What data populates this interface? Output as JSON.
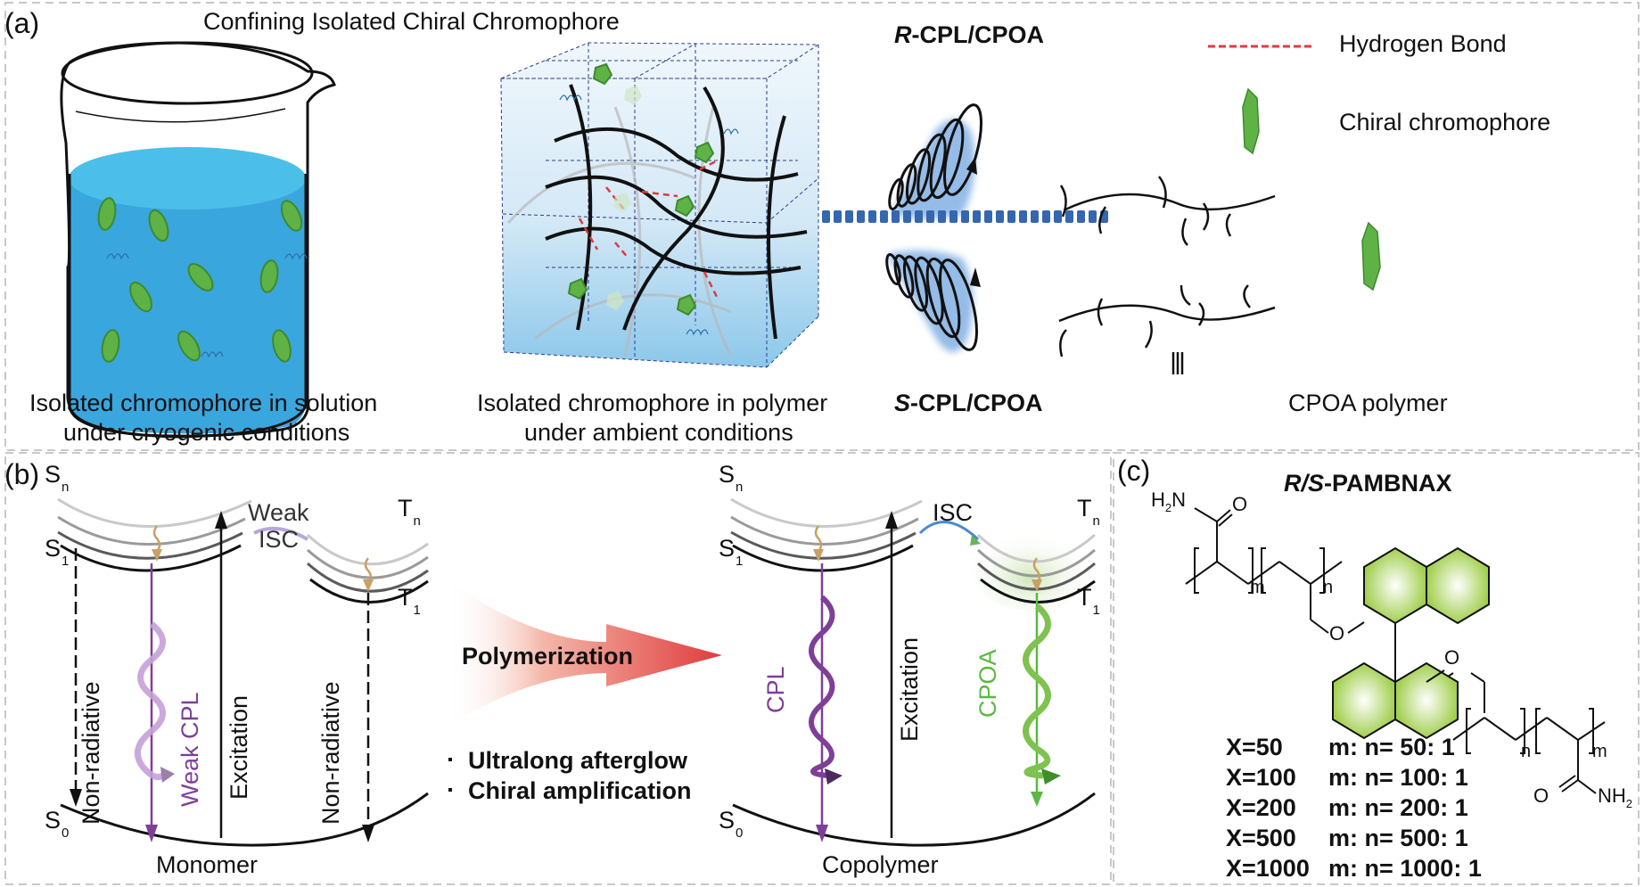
{
  "panel_a": {
    "tag": "(a)",
    "title": "Confining Isolated Chiral Chromophore",
    "beaker_caption": [
      "Isolated chromophore in solution",
      "under cryogenic conditions"
    ],
    "polymer_caption": [
      "Isolated chromophore in polymer",
      "under ambient conditions"
    ],
    "r_label_prefix": "R",
    "r_label_suffix": "-CPL/CPOA",
    "s_label_prefix": "S",
    "s_label_suffix": "-CPL/CPOA",
    "legend": [
      {
        "label": "Hydrogen Bond",
        "icon": "red-dashed-line-icon",
        "color": "#e03a3e"
      },
      {
        "label": "Chiral chromophore",
        "icon": "green-chromophore-icon",
        "color": "#5fb246"
      }
    ],
    "equivalence_symbol": "|||",
    "cpoa_polymer_caption": "CPOA polymer",
    "colors": {
      "water_top": "#4bbfe9",
      "water_body": "#3aa6de",
      "chromophore": "#5fb246",
      "helix_glow": "#4f8fd8",
      "divider_dots": "#3566b0"
    }
  },
  "panel_b": {
    "tag": "(b)",
    "monomer": {
      "sn": "S",
      "sn_sub": "n",
      "s1": "S",
      "s1_sub": "1",
      "s0": "S",
      "s0_sub": "0",
      "tn": "T",
      "tn_sub": "n",
      "t1": "T",
      "t1_sub": "1",
      "isc_top": "Weak",
      "isc_bottom": "ISC",
      "nonrad_left": "Non-radiative",
      "weak_cpl": "Weak CPL",
      "excitation": "Excitation",
      "nonrad_right": "Non-radiative",
      "caption": "Monomer"
    },
    "arrow_label": "Polymerization",
    "bullets": [
      "Ultralong afterglow",
      "Chiral amplification"
    ],
    "copolymer": {
      "sn": "S",
      "sn_sub": "n",
      "s1": "S",
      "s1_sub": "1",
      "s0": "S",
      "s0_sub": "0",
      "tn": "T",
      "tn_sub": "n",
      "t1": "T",
      "t1_sub": "1",
      "isc": "ISC",
      "cpl": "CPL",
      "excitation": "Excitation",
      "cpoa": "CPOA",
      "caption": "Copolymer"
    },
    "colors": {
      "cpl": "#7e3f98",
      "cpoa": "#5cb845",
      "relax": "#c9a064",
      "polymerization_arrow": "#e04848"
    }
  },
  "panel_c": {
    "tag": "(c)",
    "title_prefix": "R/S",
    "title_suffix": "-PAMBNAX",
    "atoms": {
      "h2n": "H",
      "h2n_sub": "2",
      "h2n_n": "N",
      "o_top": "O",
      "o_ether1": "O",
      "o_ether2": "O",
      "o_bottom": "O",
      "nh2": "NH",
      "nh2_sub": "2"
    },
    "repeat_labels": {
      "m1": "m",
      "n1": "n",
      "n2": "n",
      "m2": "m"
    },
    "ratios": [
      {
        "x": "X=50",
        "ratio": "m: n= 50: 1"
      },
      {
        "x": "X=100",
        "ratio": "m: n= 100: 1"
      },
      {
        "x": "X=200",
        "ratio": "m: n= 200: 1"
      },
      {
        "x": "X=500",
        "ratio": "m: n= 500: 1"
      },
      {
        "x": "X=1000",
        "ratio": "m: n= 1000: 1"
      }
    ],
    "colors": {
      "ring_fill": "#a6d155",
      "ring_highlight": "#f2f9e6"
    }
  }
}
